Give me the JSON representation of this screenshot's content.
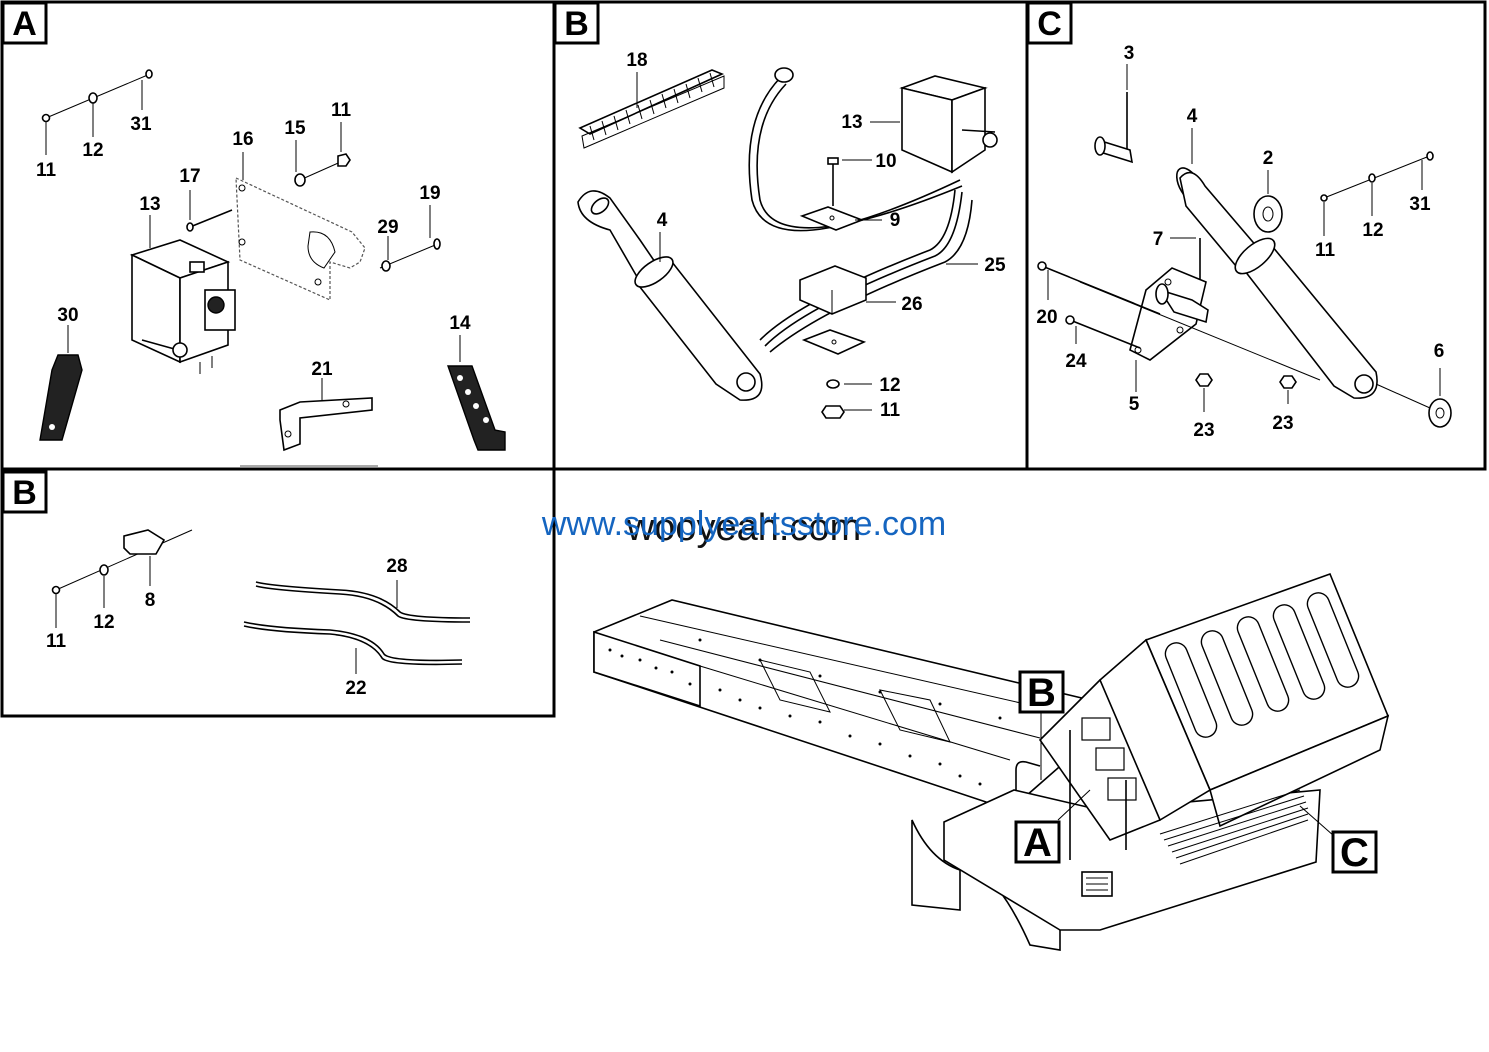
{
  "panels": {
    "A": {
      "letter": "A",
      "callouts": [
        "11",
        "12",
        "31",
        "16",
        "15",
        "11",
        "17",
        "13",
        "19",
        "29",
        "30",
        "21",
        "14"
      ]
    },
    "B_top": {
      "letter": "B",
      "callouts": [
        "18",
        "13",
        "10",
        "4",
        "9",
        "25",
        "26",
        "12",
        "11"
      ]
    },
    "C": {
      "letter": "C",
      "callouts": [
        "3",
        "4",
        "2",
        "31",
        "12",
        "11",
        "7",
        "20",
        "24",
        "5",
        "6",
        "23",
        "23"
      ]
    },
    "B_bottom": {
      "letter": "B",
      "callouts": [
        "11",
        "12",
        "8",
        "28",
        "22"
      ]
    }
  },
  "overview": {
    "labels": [
      "B",
      "A",
      "C"
    ]
  },
  "watermarks": {
    "blue": "www.supplyeartsstore.com",
    "black": "wooyeah.com"
  }
}
